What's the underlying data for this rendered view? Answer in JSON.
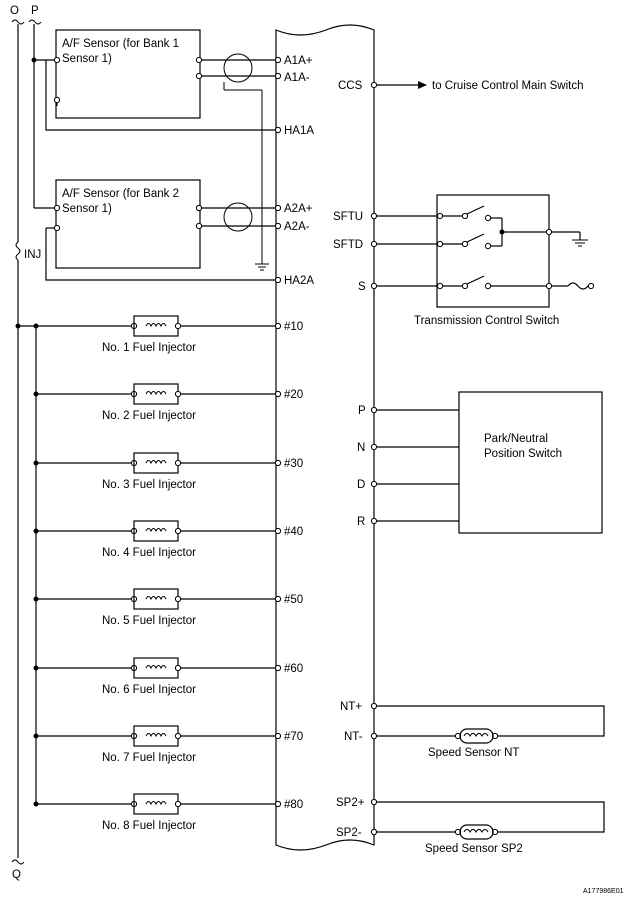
{
  "rails": {
    "o": "O",
    "p": "P",
    "q": "Q",
    "inj": "INJ"
  },
  "af_sensors": [
    {
      "line1": "A/F Sensor (for Bank 1",
      "line2": "Sensor 1)",
      "pin_plus": "A1A+",
      "pin_minus": "A1A-",
      "pin_heater": "HA1A"
    },
    {
      "line1": "A/F Sensor (for Bank 2",
      "line2": "Sensor 1)",
      "pin_plus": "A2A+",
      "pin_minus": "A2A-",
      "pin_heater": "HA2A"
    }
  ],
  "injectors": [
    {
      "label": "No. 1 Fuel Injector",
      "pin": "#10"
    },
    {
      "label": "No. 2 Fuel Injector",
      "pin": "#20"
    },
    {
      "label": "No. 3 Fuel Injector",
      "pin": "#30"
    },
    {
      "label": "No. 4 Fuel Injector",
      "pin": "#40"
    },
    {
      "label": "No. 5 Fuel Injector",
      "pin": "#50"
    },
    {
      "label": "No. 6 Fuel Injector",
      "pin": "#60"
    },
    {
      "label": "No. 7 Fuel Injector",
      "pin": "#70"
    },
    {
      "label": "No. 8 Fuel Injector",
      "pin": "#80"
    }
  ],
  "cruise": {
    "pin": "CCS",
    "label": "to Cruise Control Main Switch"
  },
  "transmission_switch": {
    "label": "Transmission Control Switch",
    "pins": [
      "SFTU",
      "SFTD",
      "S"
    ]
  },
  "pnp_switch": {
    "line1": "Park/Neutral",
    "line2": "Position Switch",
    "pins": [
      "P",
      "N",
      "D",
      "R"
    ]
  },
  "speed_sensors": [
    {
      "label": "Speed Sensor NT",
      "pin_plus": "NT+",
      "pin_minus": "NT-"
    },
    {
      "label": "Speed Sensor SP2",
      "pin_plus": "SP2+",
      "pin_minus": "SP2-"
    }
  ],
  "figure_id": "A177986E01"
}
